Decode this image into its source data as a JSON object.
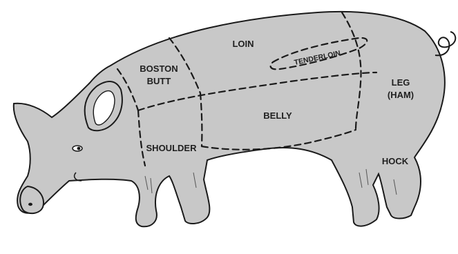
{
  "diagram": {
    "body_fill": "#c8c8c8",
    "outline_color": "#1a1a1a",
    "labels": {
      "loin": "LOIN",
      "tenderloin": "TENDERLOIN",
      "boston_butt_line1": "BOSTON",
      "boston_butt_line2": "BUTT",
      "leg_line1": "LEG",
      "leg_line2": "(HAM)",
      "belly": "BELLY",
      "shoulder": "SHOULDER",
      "hock": "HOCK"
    }
  }
}
